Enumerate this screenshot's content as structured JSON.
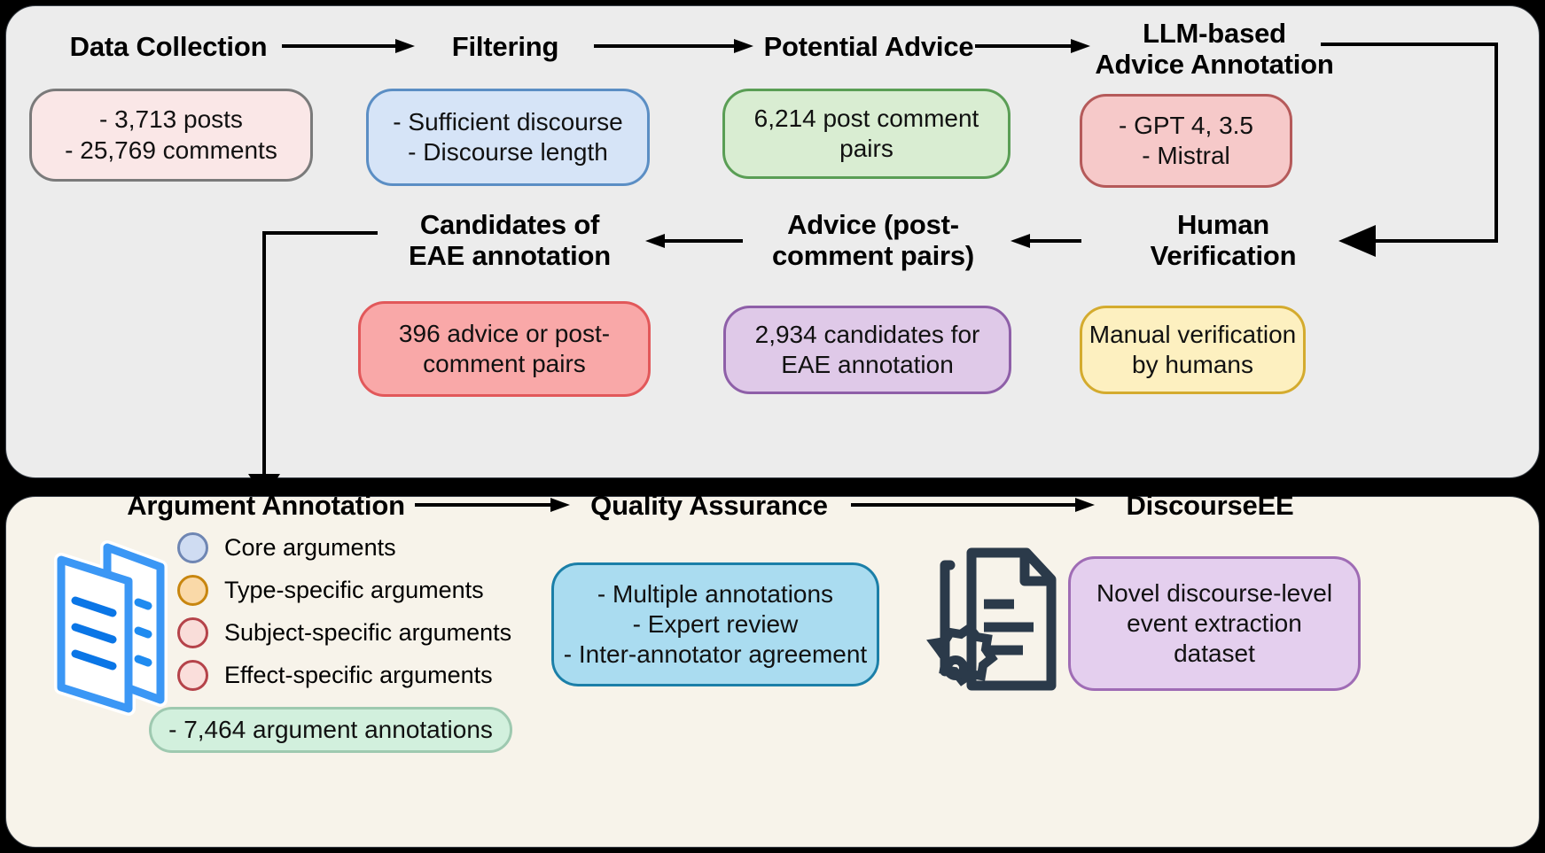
{
  "diagram": {
    "title": "DiscourseEE dataset construction pipeline",
    "panels": [
      {
        "name": "data-pipeline-panel",
        "bg": "#ececec"
      },
      {
        "name": "annotation-panel",
        "bg": "#f7f3ea"
      }
    ]
  },
  "top_panel": {
    "stages": [
      {
        "title": "Data Collection",
        "chip": "- 3,713 posts\n- 25,769 comments",
        "fill": "#fae7e7",
        "stroke": "#7a7a7a"
      },
      {
        "title": "Filtering",
        "chip": "- Sufficient discourse\n- Discourse length",
        "fill": "#d6e4f7",
        "stroke": "#5b8ec4"
      },
      {
        "title": "Potential Advice",
        "chip": "6,214 post comment pairs",
        "fill": "#d9edd2",
        "stroke": "#5a9e55"
      },
      {
        "title": "LLM-based\nAdvice Annotation",
        "chip": "- GPT 4, 3.5\n- Mistral",
        "fill": "#f6c9c9",
        "stroke": "#b55a5a"
      },
      {
        "title": "Human\nVerification",
        "chip": "Manual verification\nby humans",
        "fill": "#fdf0c0",
        "stroke": "#d4ab2e"
      },
      {
        "title": "Advice (post-\ncomment pairs)",
        "chip": "2,934 candidates for\nEAE annotation",
        "fill": "#dfc9e8",
        "stroke": "#8e5fa8"
      },
      {
        "title": "Candidates of\nEAE annotation",
        "chip": "396 advice or post-\ncomment pairs",
        "fill": "#f9a8a8",
        "stroke": "#e2585a"
      }
    ],
    "titles": {
      "data_collection": "Data Collection",
      "filtering": "Filtering",
      "potential_advice": "Potential Advice",
      "llm_annotation_line1": "LLM-based",
      "llm_annotation_line2": "Advice Annotation",
      "human_verification_line1": "Human",
      "human_verification_line2": "Verification",
      "advice_pairs_line1": "Advice (post-",
      "advice_pairs_line2": "comment pairs)",
      "candidates_line1": "Candidates of",
      "candidates_line2": "EAE annotation"
    },
    "chips": {
      "data_collection_line1": "- 3,713 posts",
      "data_collection_line2": "- 25,769 comments",
      "filtering_line1": "- Sufficient discourse",
      "filtering_line2": "- Discourse length",
      "potential_advice_line1": "6,214 post comment",
      "potential_advice_line2": "pairs",
      "llm_line1": "- GPT 4, 3.5",
      "llm_line2": "- Mistral",
      "human_line1": "Manual verification",
      "human_line2": "by humans",
      "advice_line1": "2,934 candidates for",
      "advice_line2": "EAE annotation",
      "candidates_line1": "396 advice or post-",
      "candidates_line2": "comment pairs"
    }
  },
  "bottom_panel": {
    "titles": {
      "argument_annotation": "Argument Annotation",
      "quality_assurance": "Quality Assurance",
      "discourse_ee": "DiscourseEE"
    },
    "legend": [
      {
        "label": "Core arguments",
        "fill": "#cfdcf2",
        "stroke": "#6f86b3"
      },
      {
        "label": "Type-specific arguments",
        "fill": "#fad9a8",
        "stroke": "#c8860f"
      },
      {
        "label": "Subject-specific arguments",
        "fill": "#f9ddd9",
        "stroke": "#b5434a"
      },
      {
        "label": "Effect-specific arguments",
        "fill": "#fadedb",
        "stroke": "#b5434a"
      }
    ],
    "chips": {
      "argument_count": "- 7,464 argument annotations",
      "qa_line1": "- Multiple annotations",
      "qa_line2": "- Expert review",
      "qa_line3": "- Inter-annotator agreement",
      "dataset_line1": "Novel discourse-level",
      "dataset_line2": "event extraction",
      "dataset_line3": "dataset"
    },
    "chip_styles": {
      "argument_count_fill": "#d2f0dd",
      "argument_count_stroke": "#9ec9b0",
      "qa_fill": "#aadcf0",
      "qa_stroke": "#1b7fa8",
      "dataset_fill": "#e4cfee",
      "dataset_stroke": "#9f6cb5"
    },
    "icons": {
      "documents": "documents-icon",
      "document_gear": "document-gear-icon"
    }
  },
  "colors": {
    "background": "#000000",
    "top_panel_bg": "#ececec",
    "bottom_panel_bg": "#f7f3ea",
    "arrow": "#000000",
    "blue_doc_icon": "#3b97f5",
    "dark_doc_icon": "#2b3a4a"
  }
}
